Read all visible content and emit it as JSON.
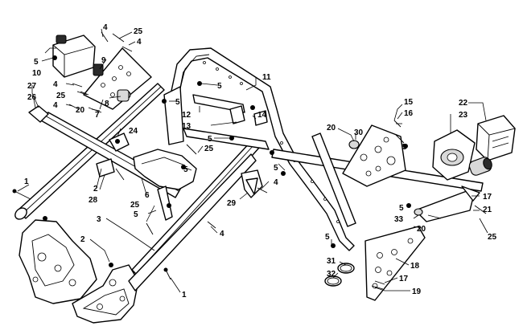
{
  "diagram": {
    "callouts": [
      {
        "label": "1"
      },
      {
        "label": "1"
      },
      {
        "label": "2"
      },
      {
        "label": "2"
      },
      {
        "label": "3"
      },
      {
        "label": "4"
      },
      {
        "label": "4"
      },
      {
        "label": "4"
      },
      {
        "label": "4"
      },
      {
        "label": "4"
      },
      {
        "label": "4"
      },
      {
        "label": "5"
      },
      {
        "label": "5"
      },
      {
        "label": "5"
      },
      {
        "label": "5"
      },
      {
        "label": "5"
      },
      {
        "label": "5"
      },
      {
        "label": "5"
      },
      {
        "label": "5"
      },
      {
        "label": "5"
      },
      {
        "label": "5"
      },
      {
        "label": "6"
      },
      {
        "label": "7"
      },
      {
        "label": "8"
      },
      {
        "label": "9"
      },
      {
        "label": "10"
      },
      {
        "label": "11"
      },
      {
        "label": "12"
      },
      {
        "label": "13"
      },
      {
        "label": "14"
      },
      {
        "label": "15"
      },
      {
        "label": "16"
      },
      {
        "label": "17"
      },
      {
        "label": "17"
      },
      {
        "label": "18"
      },
      {
        "label": "19"
      },
      {
        "label": "20"
      },
      {
        "label": "20"
      },
      {
        "label": "20"
      },
      {
        "label": "21"
      },
      {
        "label": "22"
      },
      {
        "label": "23"
      },
      {
        "label": "24"
      },
      {
        "label": "25"
      },
      {
        "label": "25"
      },
      {
        "label": "25"
      },
      {
        "label": "25"
      },
      {
        "label": "25"
      },
      {
        "label": "26"
      },
      {
        "label": "27"
      },
      {
        "label": "28"
      },
      {
        "label": "29"
      },
      {
        "label": "30"
      },
      {
        "label": "31"
      },
      {
        "label": "32"
      },
      {
        "label": "33"
      }
    ]
  }
}
